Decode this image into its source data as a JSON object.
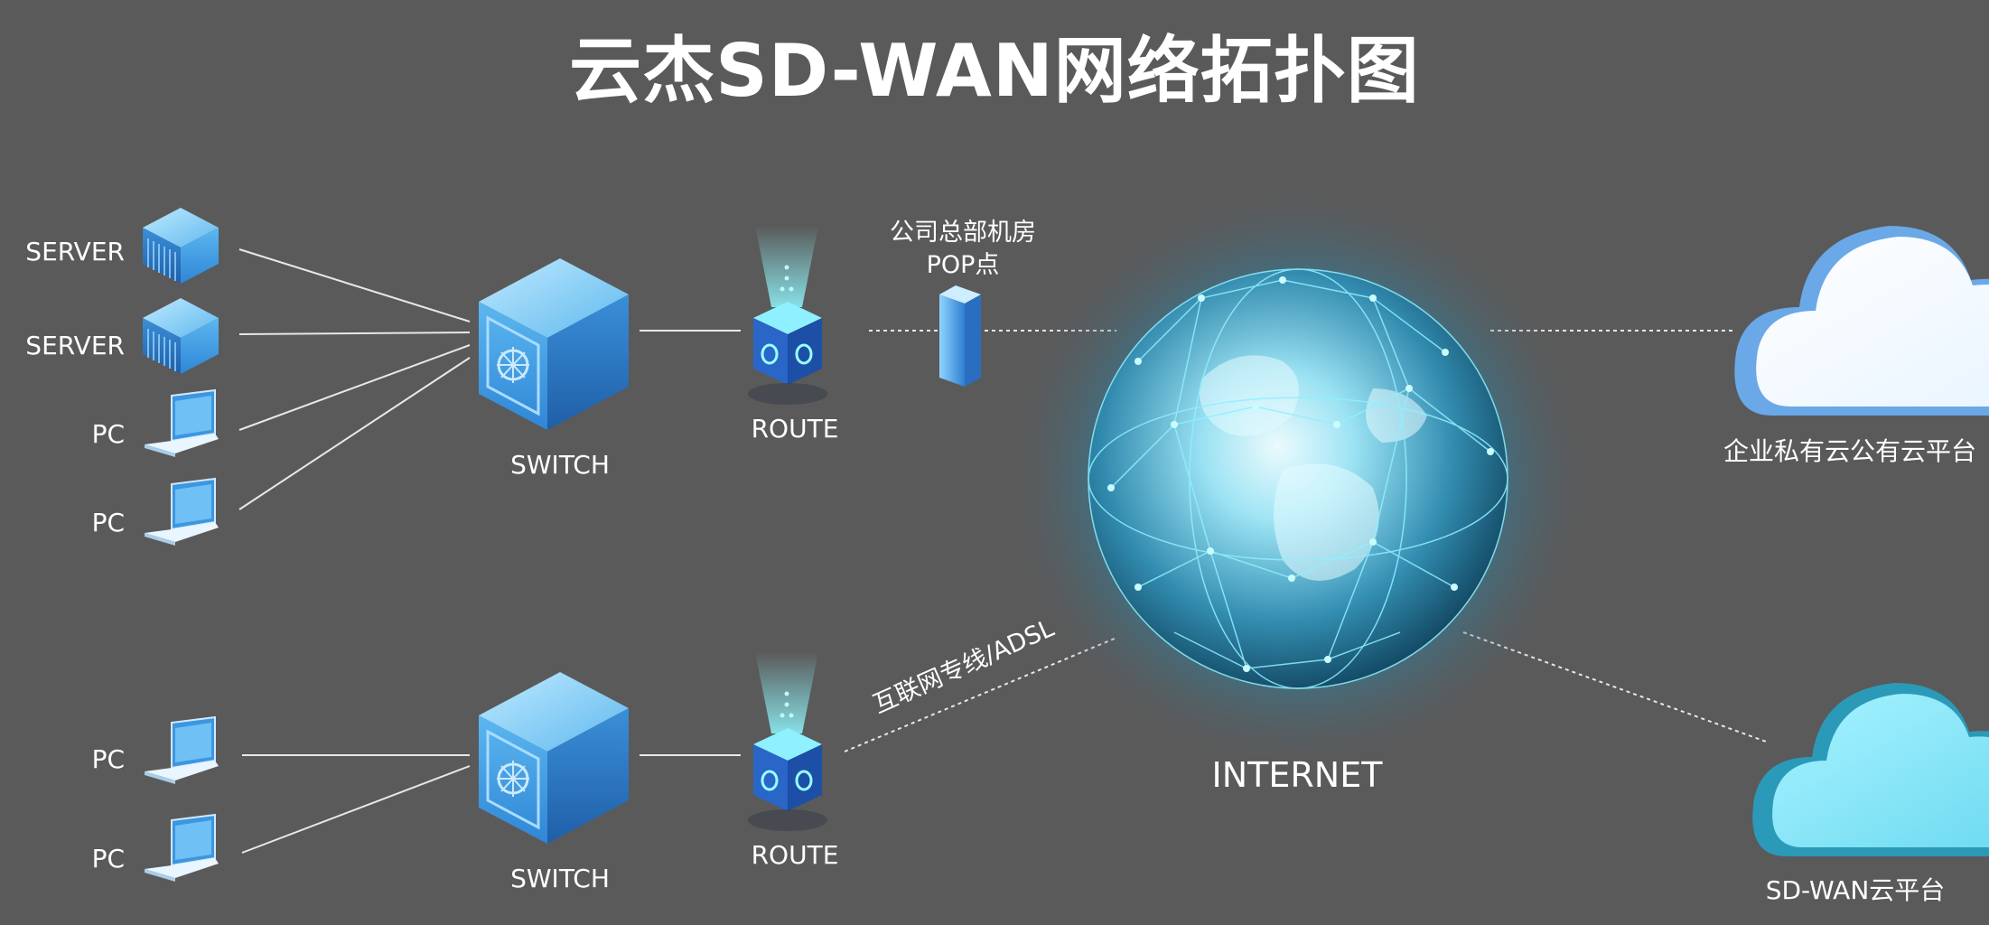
{
  "title": "云杰SD-WAN网络拓扑图",
  "nodes": {
    "server_1": "SERVER",
    "server_2": "SERVER",
    "pc_1": "PC",
    "pc_2": "PC",
    "pc_3": "PC",
    "pc_4": "PC",
    "switch_top": "SWITCH",
    "switch_bottom": "SWITCH",
    "route_top": "ROUTE",
    "route_bottom": "ROUTE",
    "pop_line1": "公司总部机房",
    "pop_line2": "POP点",
    "internet": "INTERNET",
    "cloud_private": "企业私有云公有云平台",
    "cloud_sdwan": "SD-WAN云平台"
  },
  "links": {
    "adsl": "互联网专线/ADSL"
  },
  "colors": {
    "background": "#5a5a5a",
    "device_blue": "#3fa3e6",
    "globe_cyan": "#8fe8ff",
    "cloud_white": "#ffffff",
    "cloud_cyan": "#7fe3f5"
  }
}
